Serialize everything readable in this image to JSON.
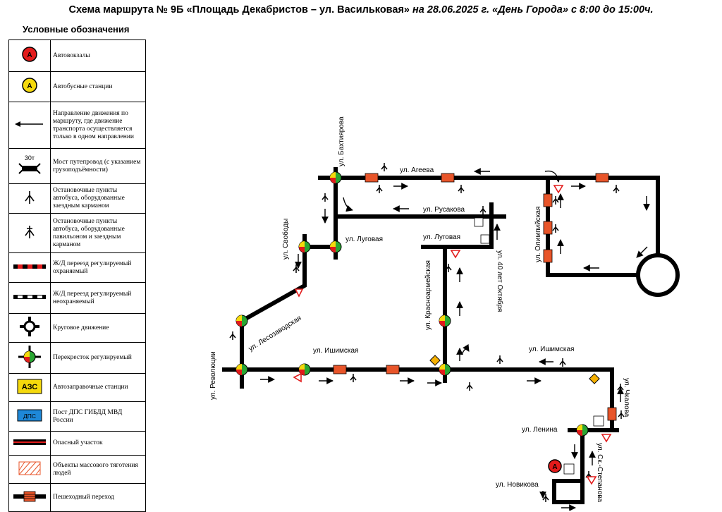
{
  "title": {
    "main": "Схема маршрута № 9Б «Площадь Декабристов – ул. Васильковая»",
    "date": " на 28.06.2025 г. «День Города» с 8:00 до 15:00ч."
  },
  "legend": {
    "heading": "Условные обозначения",
    "items": [
      {
        "icon": "bus-terminal-icon",
        "label": "Автовокзалы"
      },
      {
        "icon": "bus-station-icon",
        "label": "Автобусные станции"
      },
      {
        "icon": "direction-arrow-icon",
        "label": "Направление движения по маршруту, где движение транспорта осуществляется только в одном направлении"
      },
      {
        "icon": "bridge-icon",
        "label": "Мост путепровод (с указанием грузоподъёмности)",
        "icon_text": "30т"
      },
      {
        "icon": "bus-stop-pocket-icon",
        "label": "Остановочные пункты автобуса, оборудованные заездным карманом"
      },
      {
        "icon": "bus-stop-pavilion-icon",
        "label": "Остановочные пункты автобуса, оборудованные павильоном и заездным карманом"
      },
      {
        "icon": "guarded-rail-crossing-icon",
        "label": "Ж/Д переезд регулируемый охраняемый"
      },
      {
        "icon": "unguarded-rail-crossing-icon",
        "label": "Ж/Д переезд регулируемый неохраняемый"
      },
      {
        "icon": "roundabout-icon",
        "label": "Круговое движение"
      },
      {
        "icon": "traffic-light-icon",
        "label": "Перекресток регулируемый"
      },
      {
        "icon": "gas-station-icon",
        "label": "Автозаправочные станции",
        "icon_text": "АЗС"
      },
      {
        "icon": "police-post-icon",
        "label": "Пост ДПС ГИБДД МВД России",
        "icon_text": "ДПС"
      },
      {
        "icon": "danger-zone-icon",
        "label": "Опасный участок"
      },
      {
        "icon": "crowd-area-icon",
        "label": "Объекты массового тяготения людей"
      },
      {
        "icon": "crosswalk-icon",
        "label": "Пешеходный переход"
      }
    ]
  },
  "map": {
    "streets": {
      "bakhtiyarova": "ул. Бахтиярова",
      "ageeva": "ул. Агеева",
      "rusakova": "ул. Русакова",
      "lugovaya_1": "ул. Луговая",
      "lugovaya_2": "ул. Луговая",
      "svobody": "ул. Свободы",
      "olimpiyskaya": "ул. Олимпийская",
      "let40_oktyabrya": "ул. 40 лет Октября",
      "krasnoarmeyskaya": "ул. Красноармейская",
      "lesozavodskaya": "ул. Лесозаводская",
      "ishimskaya_1": "ул. Ишимская",
      "ishimskaya_2": "ул. Ишимская",
      "revolyutsii": "ул. Революции",
      "chkalova": "ул. Чкалова",
      "lenina": "ул. Ленина",
      "sk_stepanova": "ул. Ск.-Степанова",
      "novikova": "ул. Новикова"
    },
    "terminal_letter": "А",
    "colors": {
      "road": "#000000",
      "crosswalk": "#e8552a",
      "light_green": "#2aa632",
      "light_red": "#e21b1b",
      "light_yellow": "#f5d90c",
      "gas": "#f5b000",
      "police": "#1e88d8",
      "warning": "#e21b1b"
    }
  }
}
